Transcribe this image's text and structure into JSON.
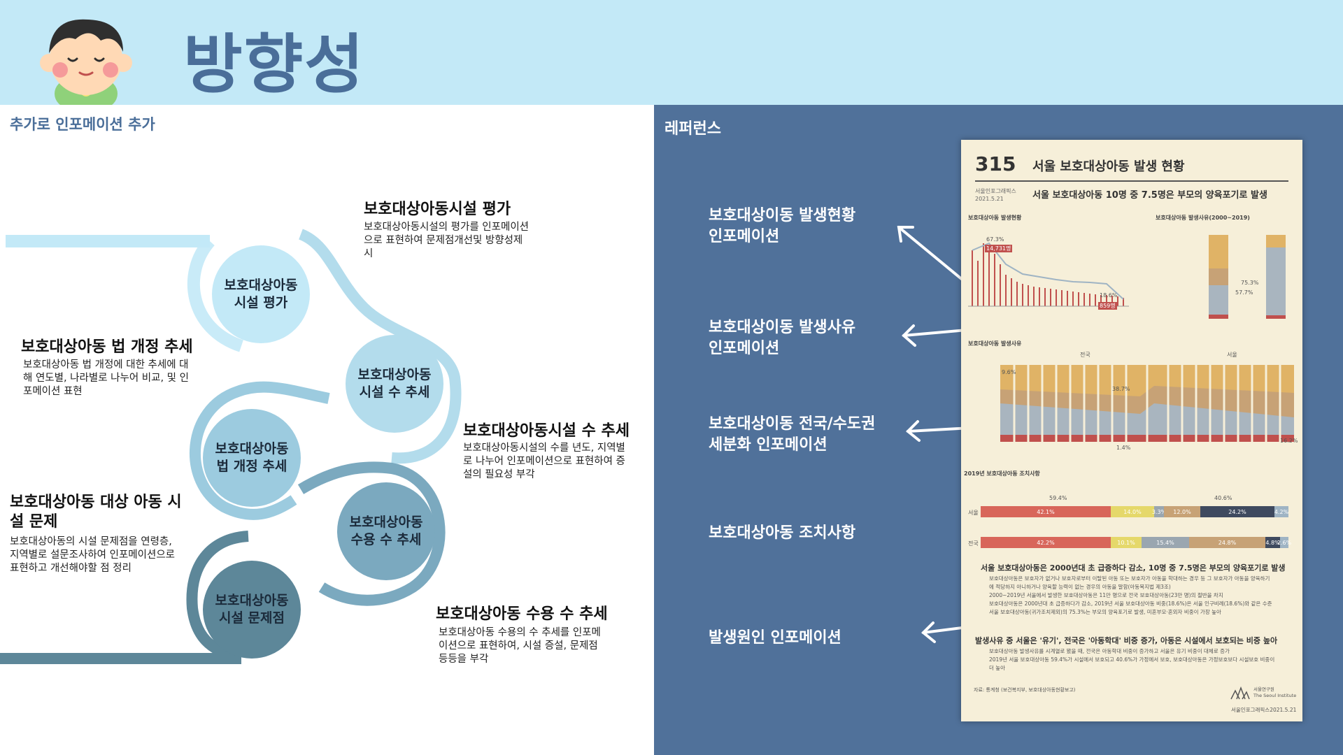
{
  "header": {
    "title": "방향성"
  },
  "left": {
    "subtitle": "추가로 인포메이션 추가",
    "circles": [
      {
        "text": "보호대상아동\n시설 평가",
        "color": "#c3e9f7"
      },
      {
        "text": "보호대상아동\n시설 수 추세",
        "color": "#b3dcec"
      },
      {
        "text": "보호대상아동\n법 개정 추세",
        "color": "#9ccbdf"
      },
      {
        "text": "보호대상아동\n수용 수 추세",
        "color": "#7ba9bf"
      },
      {
        "text": "보호대상아동\n시설 문제점",
        "color": "#5d8799"
      }
    ],
    "labels": [
      {
        "title": "보호대상아동시설 평가",
        "desc": "보호대상아동시설의 평가를 인포메이션\n으로 표현하여 문제점개선및 방향성제\n시"
      },
      {
        "title": "보호대상아동 법 개정 추세",
        "desc": "보호대상아동 법 개정에 대한 추세에 대\n해 연도별, 나라별로 나누어 비교, 및 인\n포메이션 표현"
      },
      {
        "title": "보호대상아동시설 수 추세",
        "desc": "보호대상아동시설의 수를 년도, 지역별\n로 나누어 인포메이션으로 표현하여 증\n설의 필요성 부각"
      },
      {
        "title": "보호대상아동 대상 아동 시\n설 문제",
        "desc": "보호대상아동의 시설 문제점을 연령층,\n지역별로 설문조사하여 인포메이션으로\n표현하고 개선해야할 점 정리"
      },
      {
        "title": "보호대상아동 수용 수 추세",
        "desc": "보호대상아동 수용의 수 추세를 인포메\n이션으로 표현하여, 시설 증설, 문제점\n등등을 부각"
      }
    ]
  },
  "right": {
    "subtitle": "레퍼런스",
    "refs": [
      "보호대상이동 발생현황\n인포메이션",
      "보호대상이동 발생사유\n인포메이션",
      "보호대상이동 전국/수도권\n세분화 인포메이션",
      "보호대상아동 조치사항",
      "발생원인 인포메이션"
    ],
    "card": {
      "number": "315",
      "title": "서울 보호대상아동 발생 현황",
      "source": "서울인포그래픽스\n2021.5.21",
      "subtitle": "서울 보호대상아동 10명 중 7.5명은 부모의 양육포기로 발생",
      "section1": "보호대상아동 발생현황",
      "section1b": "보호대상아동 발생사유(2000~2019)",
      "section2": "보호대상아동 발생사유",
      "col_nat": "전국",
      "col_seoul": "서울",
      "section3": "2019년 보호대상아동 조치사항",
      "row_seoul": "서울",
      "row_nat": "전국",
      "seoul_segments": [
        "42.1%",
        "14.0%",
        "3.3%",
        "12.0%",
        "24.2%",
        "4.2%"
      ],
      "nat_segments": [
        "42.2%",
        "10.1%",
        "15.4%",
        "24.8%",
        "4.8%",
        "2.6%"
      ],
      "fac_pct": "59.4%",
      "home_pct": "40.6%",
      "pct_673": "67.3%",
      "pct_186": "18.6%",
      "count_14731": "14,731명",
      "count_859": "859명",
      "pct_96": "9.6%",
      "pct_387": "38.7%",
      "pct_14": "1.4%",
      "pct_162": "16.2%",
      "pct_753": "75.3%",
      "pct_577": "57.7%",
      "headline1": "서울 보호대상아동은 2000년대 초 급증하다 감소, 10명 중 7.5명은 부모의 양육포기로 발생",
      "body1": "보호대상아동은 보호자가 없거나 보호자로부터 이탈된 아동 또는 보호자가 아동을 학대하는 경우 등 그 보호자가 아동을 양육하기\n에 적당하지 아니하거나 양육할 능력이 없는 경우의 아동을 말함(아동복지법 제3조)\n2000~2019년 서울에서 발생한 보호대상아동은 11만 명으로 전국 보호대상아동(23만 명)의 절반을 차지\n보호대상아동은 2000년대 초 급증하다가 감소, 2019년 서울 보호대상아동 비중(18.6%)은 서울 인구비례(18.6%)와 같은 수준\n서울 보호대상아동(귀가조치제외)의 75.3%는 부모의 양육포기로 발생, 미혼부모·혼외자 비중이 가장 높아",
      "headline2": "발생사유 중 서울은 '유기', 전국은 '아동학대' 비중 증가, 아동은 시설에서 보호되는 비중 높아",
      "body2": "보호대상아동 발생사유를 시계열로 봤을 때, 전국은 아동학대 비중이 증가하고 서울은 유기 비중이 대체로 증가\n2019년 서울 보호대상아동 59.4%가 시설에서 보호되고 40.6%가 가정에서 보호, 보호대상아동은 가정보호보다 시설보호 비중이\n더 높아",
      "footer_src": "자료: 통계청 (보건복지부, 보호대상아동현황보고)",
      "institute": "서울연구원\nThe Seoul Institute",
      "date": "서울인포그래픽스2021.5.21"
    }
  },
  "colors": {
    "header_bg": "#c3e9f7",
    "title": "#4a6e99",
    "right_bg": "#50719a",
    "card_bg": "#f6efd9"
  }
}
